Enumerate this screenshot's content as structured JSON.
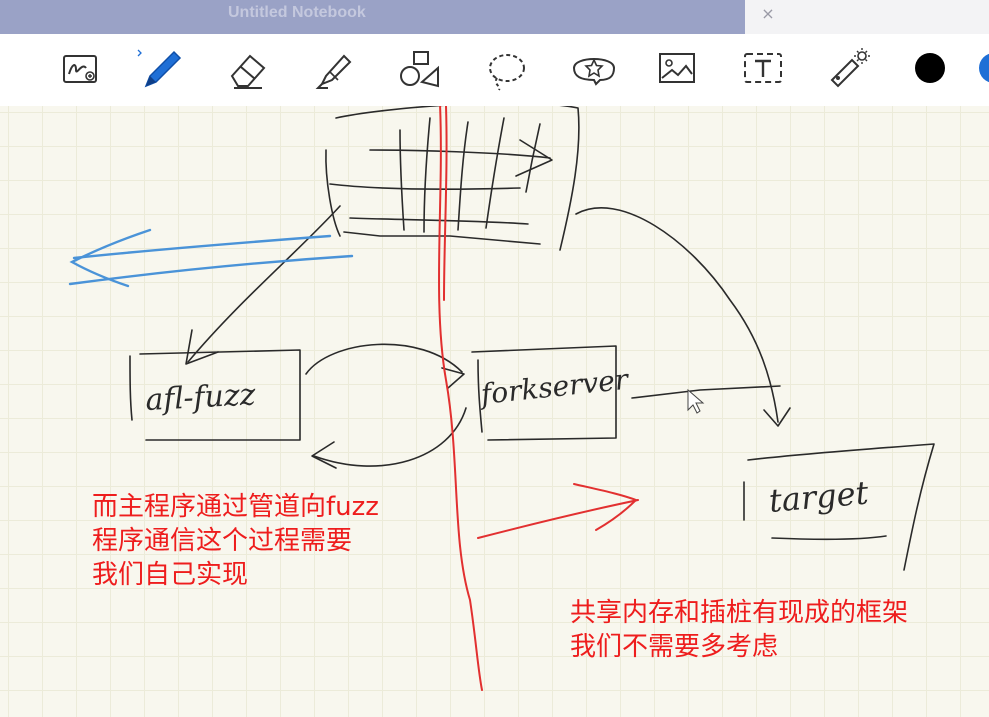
{
  "window": {
    "title": "Untitled Notebook",
    "close_glyph": "×"
  },
  "toolbar": {
    "tools": [
      {
        "name": "lasso-insert-icon"
      },
      {
        "name": "pen-icon",
        "active": true,
        "bluetooth": true
      },
      {
        "name": "eraser-icon"
      },
      {
        "name": "highlighter-icon"
      },
      {
        "name": "shapes-icon"
      },
      {
        "name": "lasso-select-icon"
      },
      {
        "name": "sticker-icon"
      },
      {
        "name": "image-icon"
      },
      {
        "name": "text-box-icon"
      },
      {
        "name": "laser-pointer-icon"
      }
    ],
    "pen_color": "#000000",
    "secondary_color": "#1f6fd6"
  },
  "diagram": {
    "boxes": {
      "afl_fuzz": "afl-fuzz",
      "forkserver": "forkserver",
      "target": "target"
    }
  },
  "notes": {
    "left": [
      "而主程序通过管道向fuzz",
      "程序通信这个过程需要",
      "我们自己实现"
    ],
    "right": [
      "共享内存和插桩有现成的框架",
      "我们不需要多考虑"
    ]
  },
  "colors": {
    "ink": "#2a2a2a",
    "red_ink": "#e23030",
    "blue_ink": "#4a93d8",
    "note_red": "#ee1d1d"
  }
}
